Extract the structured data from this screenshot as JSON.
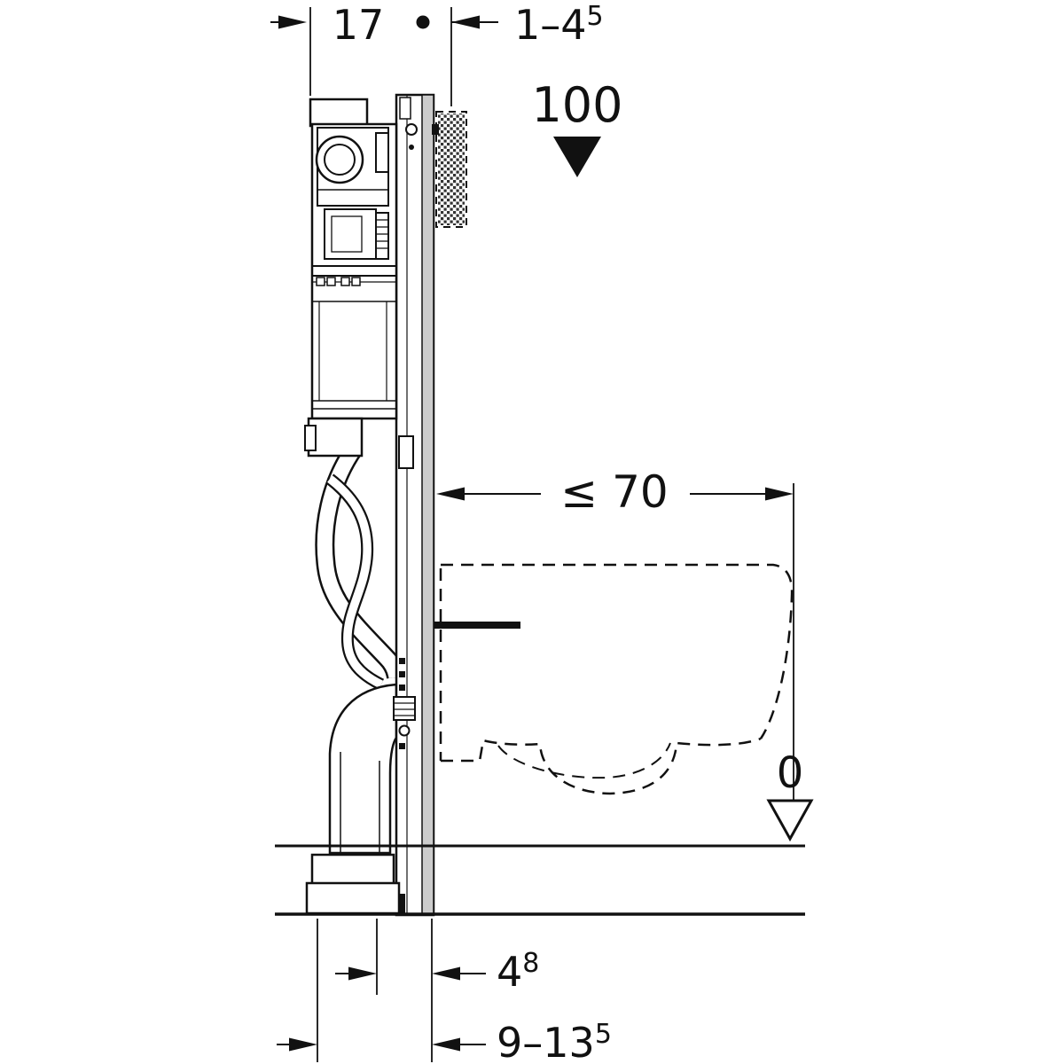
{
  "diagram": {
    "title": "wall-hung-wc-installation-element-side-view",
    "colors": {
      "line": "#111111",
      "rail_fill": "#cccccc",
      "background": "#ffffff"
    },
    "dimensions": {
      "frame_depth": {
        "value": "17"
      },
      "plate_offset": {
        "value": "1–4",
        "sup": "5"
      },
      "height_reference": {
        "value": "100"
      },
      "max_width": {
        "value": "≤ 70"
      },
      "floor_level": {
        "value": "0"
      },
      "front_offset": {
        "value": "4",
        "sup": "8"
      },
      "floor_buildup": {
        "value": "9–13",
        "sup": "5"
      }
    }
  }
}
